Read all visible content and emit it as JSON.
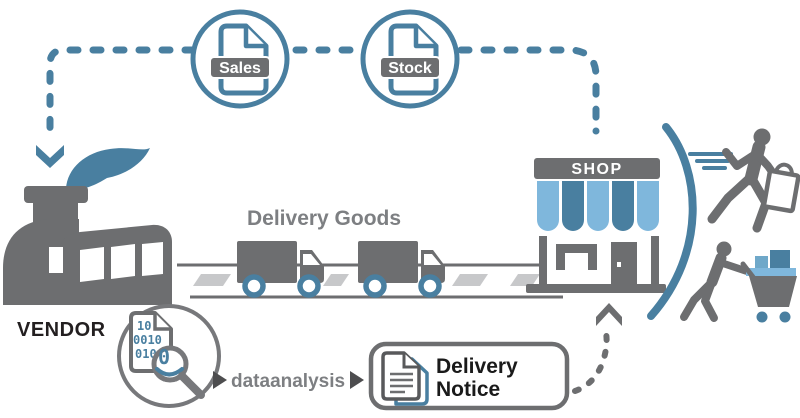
{
  "diagram": {
    "nodes": {
      "sales_badge": "Sales",
      "stock_badge": "Stock",
      "vendor_label": "VENDOR",
      "shop_sign": "SHOP"
    },
    "labels": {
      "delivery_goods": "Delivery Goods",
      "dataanalysis": "dataanalysis"
    },
    "delivery_notice": {
      "line1": "Delivery",
      "line2": "Notice"
    },
    "binary_document": {
      "rows": [
        "10",
        "0010",
        "010"
      ],
      "magnified_digit": "0"
    },
    "colors": {
      "steel_blue": "#497FA0",
      "light_blue": "#7FB7DC",
      "dark_gray": "#6D6E70",
      "light_gray": "#C7C8CA",
      "text_gray": "#7D7F82",
      "black": "#231F20",
      "white": "#FFFFFF"
    }
  }
}
